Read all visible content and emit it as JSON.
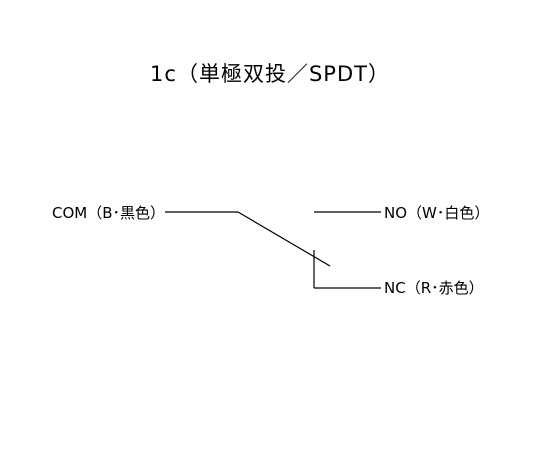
{
  "diagram": {
    "title": "1c（単極双投／SPDT）",
    "terminals": {
      "com": "COM（B･黒色）",
      "no": "NO（W･白色）",
      "nc": "NC（R･赤色）"
    }
  }
}
